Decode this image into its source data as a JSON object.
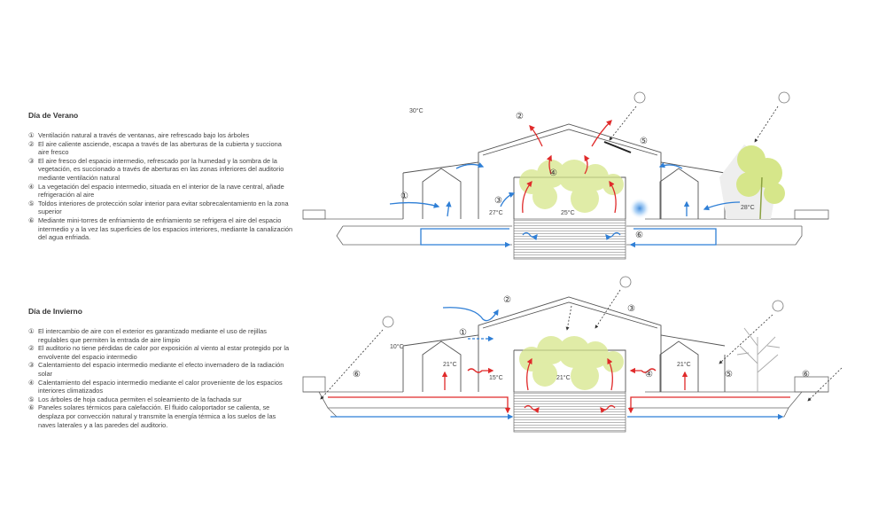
{
  "summer": {
    "title": "Día de Verano",
    "items": [
      {
        "num": "①",
        "text": "Ventilación natural a través de ventanas, aire refrescado bajo los árboles"
      },
      {
        "num": "②",
        "text": "El aire caliente asciende, escapa a través de las aberturas de la cubierta y succiona aire fresco"
      },
      {
        "num": "③",
        "text": "El aire fresco del espacio intermedio, refrescado por la humedad y la sombra de la vegetación, es succionado a través de aberturas en las zonas inferiores del auditorio mediante ventilación natural"
      },
      {
        "num": "④",
        "text": "La vegetación del espacio intermedio, situada en el interior de la nave central, añade refrigeración al aire"
      },
      {
        "num": "⑤",
        "text": "Toldos interiores de protección solar interior para evitar sobrecalentamiento en la zona superior"
      },
      {
        "num": "⑥",
        "text": "Mediante mini-torres de enfriamiento de enfriamiento se refrigera el aire del espacio intermedio y a la vez las superficies de los espacios interiores, mediante la canalización del agua enfriada."
      }
    ],
    "diagram": {
      "temp_outside": "30°C",
      "temp_mid": "27°C",
      "temp_center": "25°C",
      "temp_tree": "28°C",
      "labels": [
        "①",
        "②",
        "③",
        "④",
        "⑤",
        "⑥"
      ]
    }
  },
  "winter": {
    "title": "Día de Invierno",
    "items": [
      {
        "num": "①",
        "text": "El intercambio de aire con el exterior es garantizado mediante el uso de rejillas regulables que permiten la entrada de aire limpio"
      },
      {
        "num": "②",
        "text": "El auditorio no tiene pérdidas de calor por exposición al viento al estar protegido por la envolvente del espacio intermedio"
      },
      {
        "num": "③",
        "text": "Calentamiento del espacio intermedio mediante el efecto invernadero de la radiación solar"
      },
      {
        "num": "④",
        "text": "Calentamiento del espacio intermedio mediante el calor proveniente de los espacios interiores climatizados"
      },
      {
        "num": "⑤",
        "text": "Los árboles de hoja caduca permiten el soleamiento de la fachada sur"
      },
      {
        "num": "⑥",
        "text": "Paneles solares térmicos para calefacción. El fluido caloportador se calienta, se desplaza por convección natural y transmite la energía térmica a los suelos de las naves laterales y a las paredes del auditorio."
      }
    ],
    "diagram": {
      "temp_outside": "10°C",
      "temp_left": "21°C",
      "temp_mid": "15°C",
      "temp_center": "21°C",
      "temp_right": "21°C",
      "labels": [
        "①",
        "②",
        "③",
        "④",
        "⑤",
        "⑥"
      ]
    }
  },
  "colors": {
    "cool_air": "#2f7fd6",
    "warm_air": "#e02a2a",
    "vegetation": "#d6e68a",
    "structure": "#555555"
  }
}
